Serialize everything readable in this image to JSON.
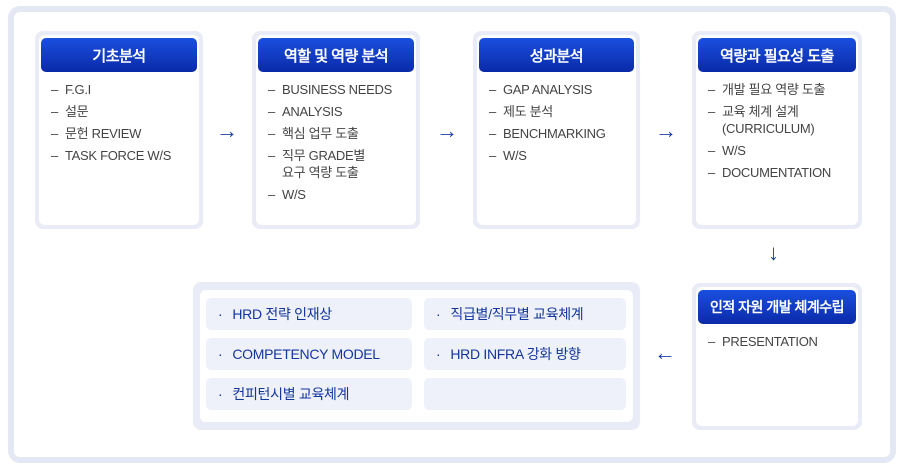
{
  "stages": [
    {
      "title": "기초분석",
      "items": [
        "F.G.I",
        "설문",
        "문헌 REVIEW",
        "TASK FORCE W/S"
      ]
    },
    {
      "title": "역할 및 역량 분석",
      "items": [
        "BUSINESS NEEDS",
        "ANALYSIS",
        "핵심 업무 도출",
        "직무 GRADE별\n요구 역량 도출",
        "W/S"
      ]
    },
    {
      "title": "성과분석",
      "items": [
        "GAP ANALYSIS",
        "제도 분석",
        "BENCHMARKING",
        "W/S"
      ]
    },
    {
      "title": "역량과 필요성 도출",
      "items": [
        "개발 필요 역량 도출",
        "교육 체계 설계\n(CURRICULUM)",
        "W/S",
        "DOCUMENTATION"
      ]
    },
    {
      "title": "인적 자원 개발 체계수립",
      "items": [
        "PRESENTATION"
      ]
    }
  ],
  "results": {
    "bullet": "·",
    "items": [
      "HRD 전략 인재상",
      "직급별/직무별 교육체계",
      "COMPETENCY MODEL",
      "HRD INFRA 강화 방향",
      "컨피턴시별 교육체계",
      ""
    ]
  },
  "arrows": {
    "right": "→",
    "down": "↓",
    "left": "←"
  }
}
